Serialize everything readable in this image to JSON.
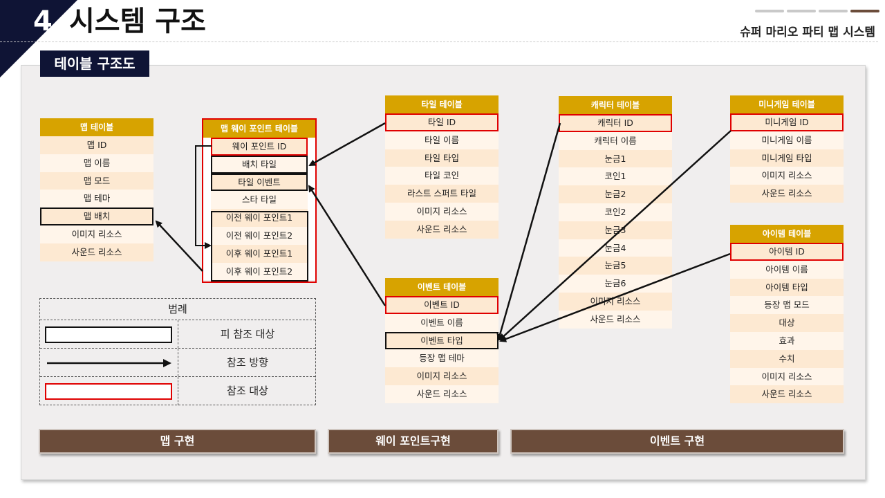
{
  "header": {
    "number": "4.",
    "title": "시스템 구조",
    "app_name": "슈퍼 마리오 파티 맵 시스템",
    "section_label": "테이블 구조도",
    "progress_total": 4,
    "progress_active": 4
  },
  "colors": {
    "navy": "#0f1435",
    "table_header": "#d7a300",
    "row_odd": "#fde9d2",
    "row_even": "#fff5ea",
    "reference_target_outline": "#e00000",
    "referenced_outline": "#111111",
    "footer_bar": "#6b4c3a"
  },
  "tables": {
    "map": {
      "title": "맵 테이블",
      "rows": [
        "맵 ID",
        "맵 이름",
        "맵 모드",
        "맵 테마",
        "맵 배치",
        "이미지 리소스",
        "사운드 리소스"
      ]
    },
    "waypoint": {
      "title": "맵 웨이 포인트 테이블",
      "rows": [
        "웨이 포인트 ID",
        "배치 타일",
        "타일 이벤트",
        "스타 타일",
        "이전 웨이 포인트1",
        "이전 웨이 포인트2",
        "이후 웨이 포인트1",
        "이후 웨이 포인트2"
      ]
    },
    "tile": {
      "title": "타일 테이블",
      "rows": [
        "타일 ID",
        "타일 이름",
        "타일 타입",
        "타일 코인",
        "라스트 스퍼트 타일",
        "이미지 리소스",
        "사운드 리소스"
      ]
    },
    "event": {
      "title": "이벤트 테이블",
      "rows": [
        "이벤트 ID",
        "이벤트 이름",
        "이벤트 타입",
        "등장 맵 테마",
        "이미지 리소스",
        "사운드 리소스"
      ]
    },
    "character": {
      "title": "캐릭터 테이블",
      "rows": [
        "캐릭터 ID",
        "캐릭터 이름",
        "눈금1",
        "코인1",
        "눈금2",
        "코인2",
        "눈금3",
        "눈금4",
        "눈금5",
        "눈금6",
        "이미지 리소스",
        "사운드 리소스"
      ]
    },
    "minigame": {
      "title": "미니게임 테이블",
      "rows": [
        "미니게임 ID",
        "미니게임 이름",
        "미니게임 타입",
        "이미지 리소스",
        "사운드 리소스"
      ]
    },
    "item": {
      "title": "아이템 테이블",
      "rows": [
        "아이템 ID",
        "아이템 이름",
        "아이템 타입",
        "등장 맵 모드",
        "대상",
        "효과",
        "수치",
        "이미지 리소스",
        "사운드 리소스"
      ]
    }
  },
  "legend": {
    "title": "범례",
    "items": [
      {
        "label": "피 참조 대상",
        "symbol": "black-outline-box"
      },
      {
        "label": "참조 방향",
        "symbol": "arrow-right"
      },
      {
        "label": "참조 대상",
        "symbol": "red-outline-box"
      }
    ]
  },
  "footer": {
    "map_impl": "맵 구현",
    "waypoint_impl": "웨이 포인트구현",
    "event_impl": "이벤트 구현"
  }
}
